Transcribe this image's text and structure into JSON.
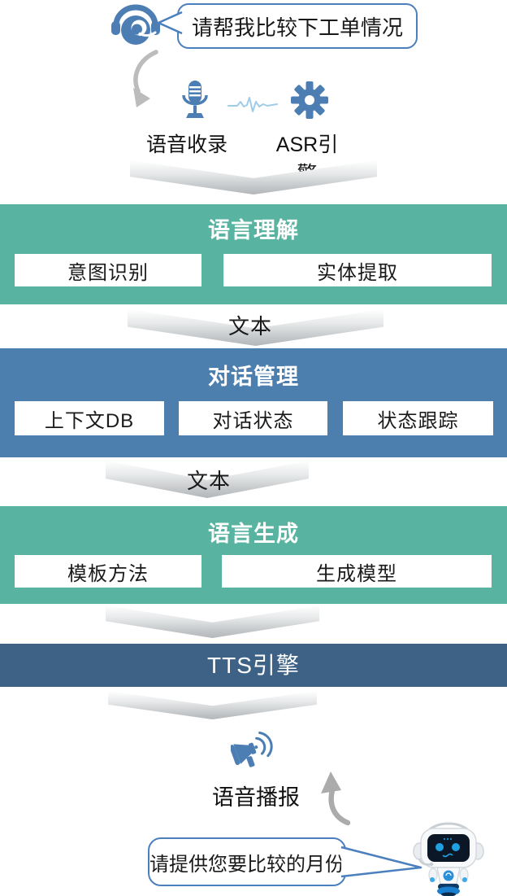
{
  "top": {
    "user_bubble_text": "请帮我比较下工单情况",
    "voice_capture_label": "语音收录",
    "asr_engine_label": "ASR引擎"
  },
  "flow": {
    "connector_labels": [
      "文本",
      "文本"
    ],
    "blocks": [
      {
        "title": "语言理解",
        "items": [
          "意图识别",
          "实体提取"
        ]
      },
      {
        "title": "对话管理",
        "items": [
          "上下文DB",
          "对话状态",
          "状态跟踪"
        ]
      },
      {
        "title": "语言生成",
        "items": [
          "模板方法",
          "生成模型"
        ]
      },
      {
        "title": "TTS引擎",
        "items": []
      }
    ]
  },
  "bottom": {
    "broadcast_label": "语音播报",
    "bot_bubble_text": "请提供您要比较的月份"
  },
  "icons": {
    "headset": "headset-operator-icon",
    "microphone": "microphone-icon",
    "waveform": "waveform-icon",
    "gear": "gear-icon",
    "megaphone": "megaphone-icon",
    "robot": "robot-icon",
    "arrow_down": "curved-arrow-down-icon",
    "arrow_up": "curved-arrow-up-icon",
    "chevron": "chevron-down-arrow"
  },
  "colors": {
    "teal_block": "#58b4a0",
    "blue_block": "#4d7fae",
    "dark_blue_block": "#3d6285",
    "icon_blue": "#4c7eb4",
    "bubble_border": "#4b7fbd",
    "waveform_blue": "#9fcde8",
    "arrow_gray": "#b9bcbe",
    "text_black": "#1a1a1a"
  }
}
